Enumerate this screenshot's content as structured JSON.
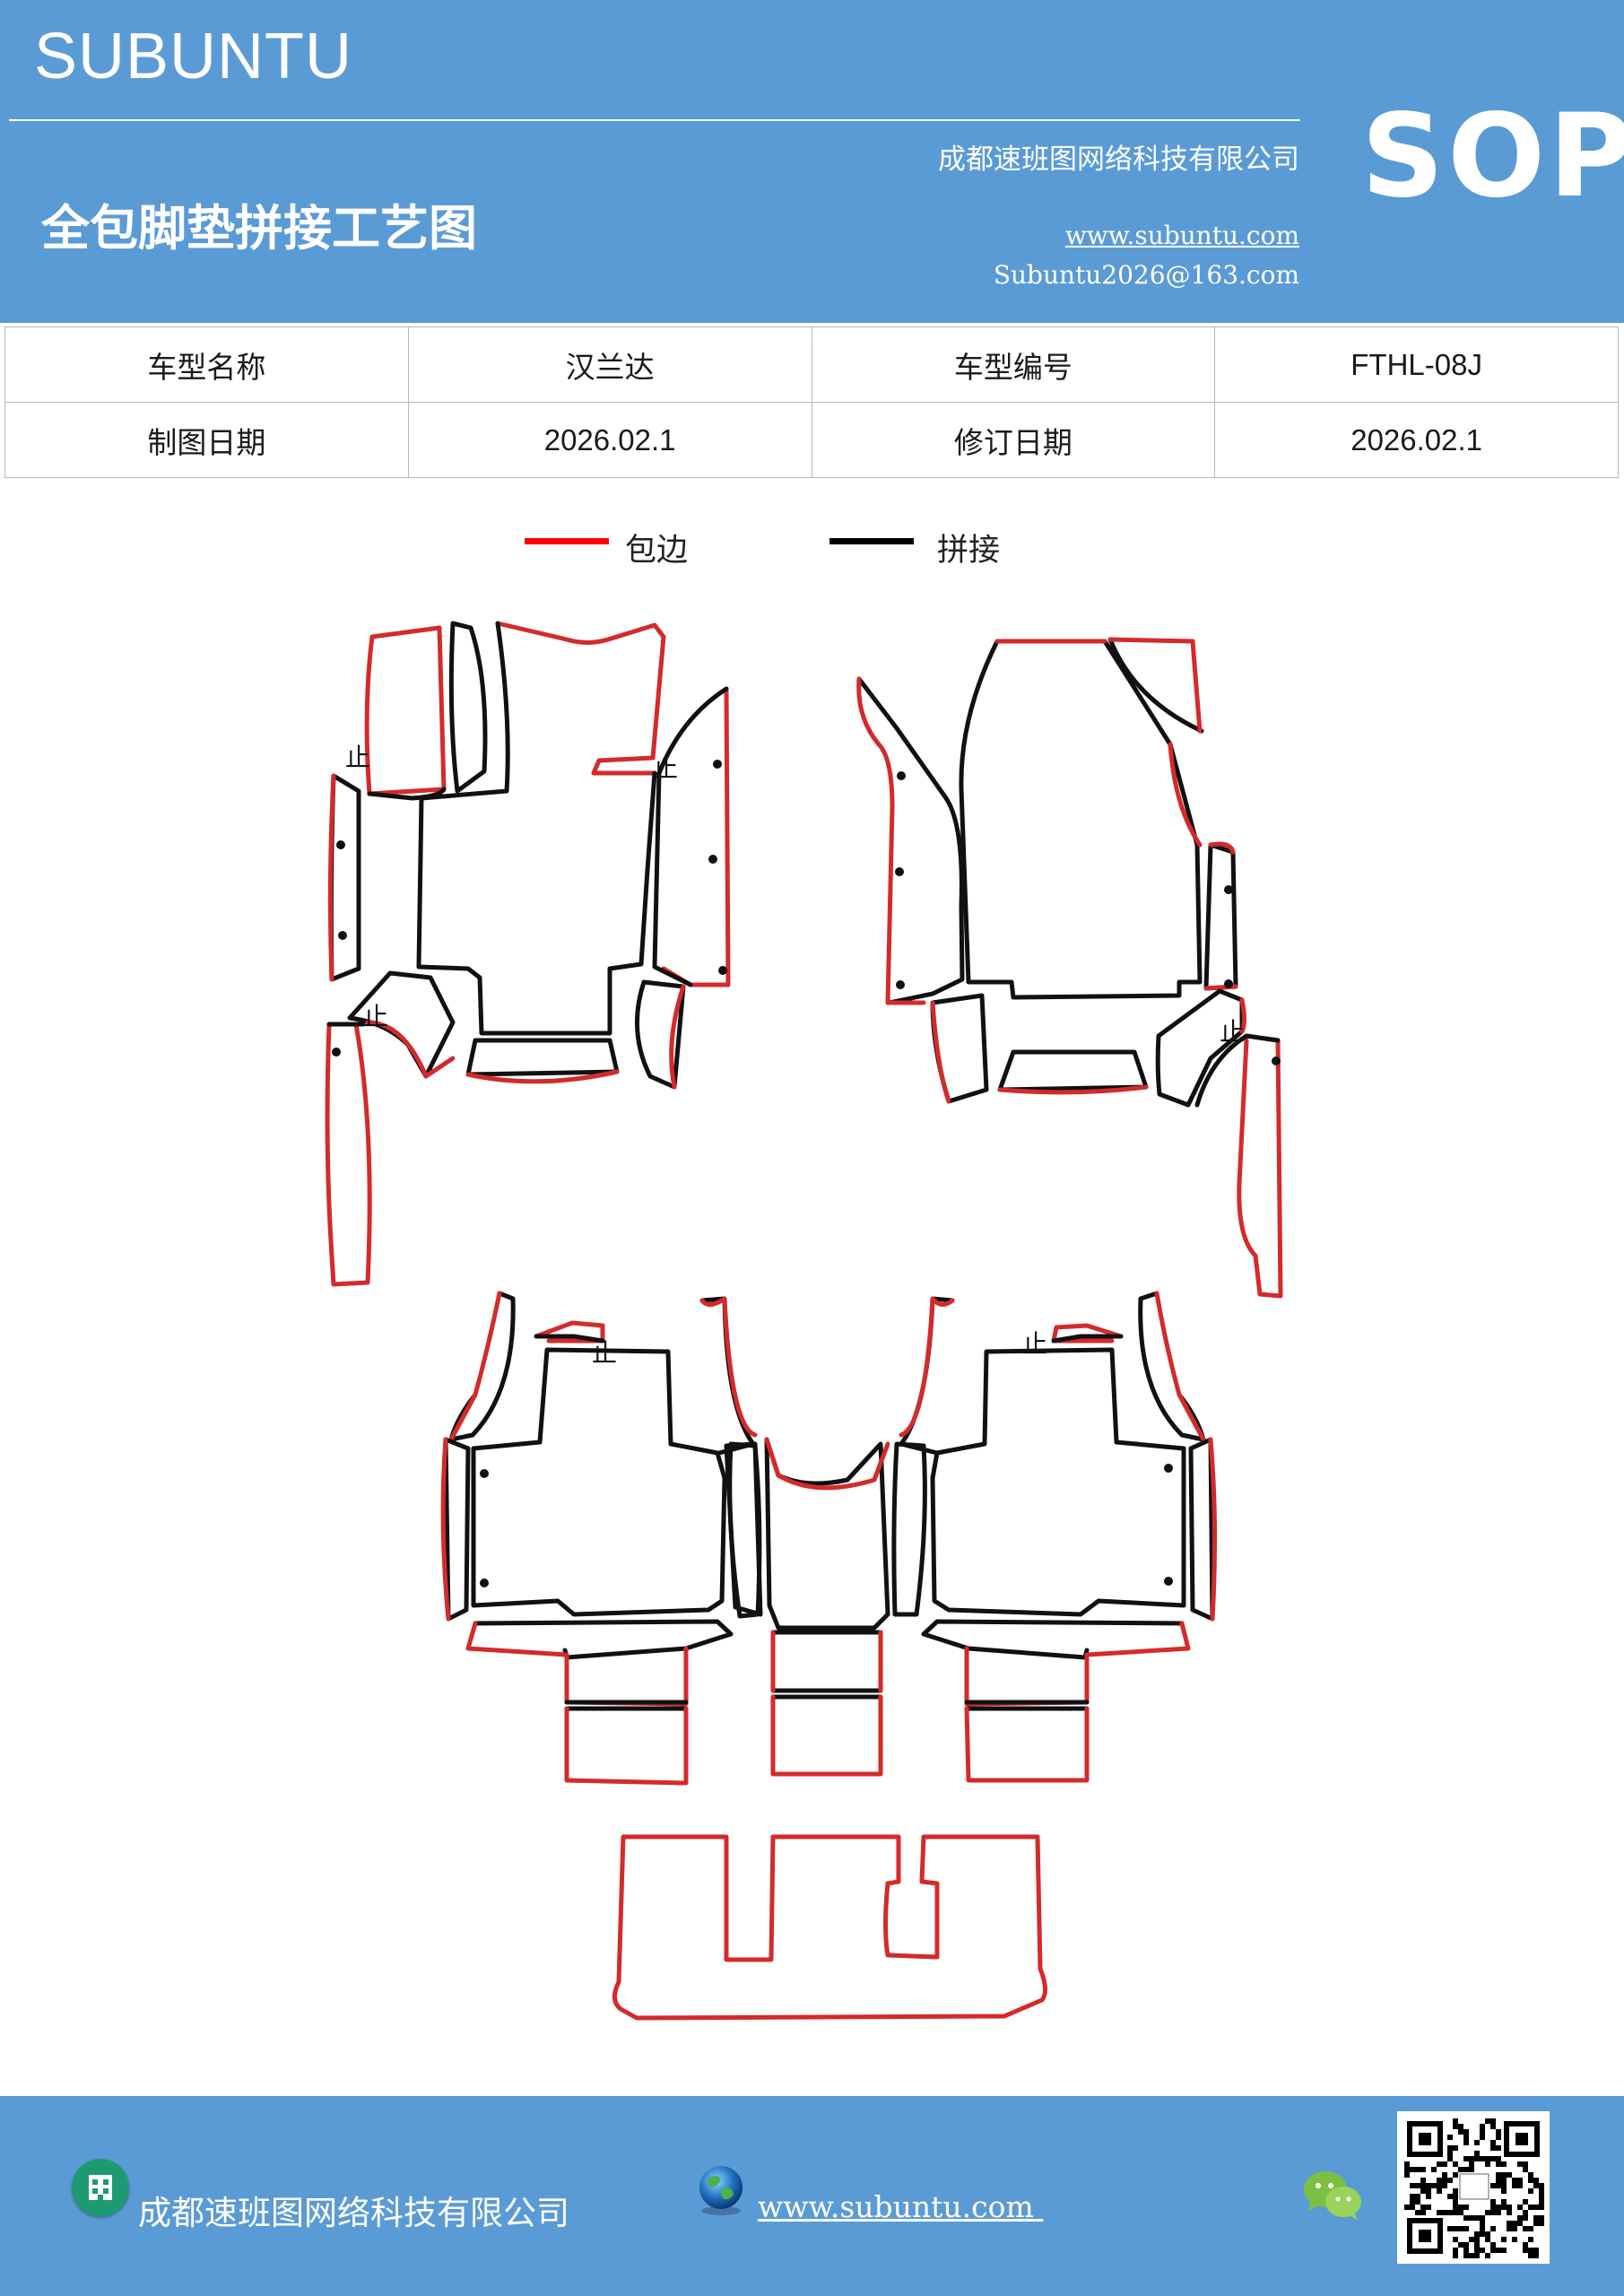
{
  "header": {
    "brand": "SUBUNTU",
    "badge": "SOP",
    "title": "全包脚垫拼接工艺图",
    "company": "成都速班图网络科技有限公司",
    "website": "www.subuntu.com",
    "email": "Subuntu2026@163.com"
  },
  "info_table": {
    "rows": [
      [
        "车型名称",
        "汉兰达",
        "车型编号",
        "FTHL-08J"
      ],
      [
        "制图日期",
        "2026.02.1",
        "修订日期",
        "2026.02.1"
      ]
    ]
  },
  "legend": [
    {
      "color": "#ff0000",
      "label": "包边"
    },
    {
      "color": "#000000",
      "label": "拼接"
    }
  ],
  "diagram": {
    "edge_color": "#d42a2a",
    "seam_color": "#111111",
    "stop_mark": "止"
  },
  "footer": {
    "company": "成都速班图网络科技有限公司",
    "website": "www.subuntu.com ",
    "icons": [
      "building-icon",
      "globe-icon",
      "wechat-icon",
      "qr-code"
    ]
  }
}
